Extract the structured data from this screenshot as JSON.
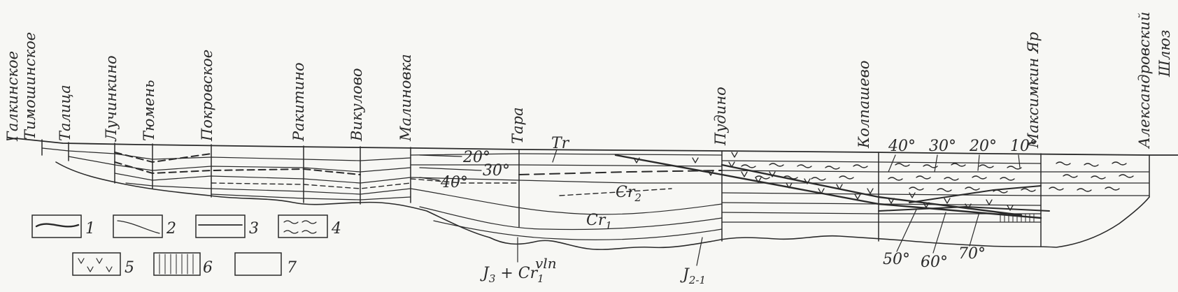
{
  "localities": [
    {
      "name": "Галкинское"
    },
    {
      "name": "Тимошинское"
    },
    {
      "name": "Талица"
    },
    {
      "name": "Лучинкино"
    },
    {
      "name": "Тюмень"
    },
    {
      "name": "Покровское"
    },
    {
      "name": "Ракитино"
    },
    {
      "name": "Викулово"
    },
    {
      "name": "Малиновка"
    },
    {
      "name": "Тара"
    },
    {
      "name": "Пудино"
    },
    {
      "name": "Колпашево"
    },
    {
      "name": "Максимкин Яр"
    },
    {
      "name": "Александровский Шлюз",
      "line1": "Александровский",
      "line2": "Шлюз"
    }
  ],
  "strata_labels": {
    "tr": "Tr",
    "cr2": "Cr",
    "cr2_sub": "2",
    "cr1": "Cr",
    "cr1_sub": "1",
    "j3cr1": "J",
    "j3cr1_sub": "3",
    "j3cr1_plus": " + Cr",
    "j3cr1_sub2": "1",
    "vln": "vln",
    "j21": "J",
    "j21_sub": "2-1"
  },
  "angles": {
    "left": [
      "20°",
      "30°",
      "40°"
    ],
    "right_top": [
      "40°",
      "30°",
      "20°",
      "10°"
    ],
    "right_bottom": [
      "50°",
      "60°",
      "70°"
    ]
  },
  "legend": [
    {
      "num": "1",
      "symbol": "thick-curve"
    },
    {
      "num": "2",
      "symbol": "thin-curve"
    },
    {
      "num": "3",
      "symbol": "straight-line"
    },
    {
      "num": "4",
      "symbol": "wavy-lines"
    },
    {
      "num": "5",
      "symbol": "v-pattern"
    },
    {
      "num": "6",
      "symbol": "vertical-hatching"
    },
    {
      "num": "7",
      "symbol": "empty-box"
    }
  ]
}
